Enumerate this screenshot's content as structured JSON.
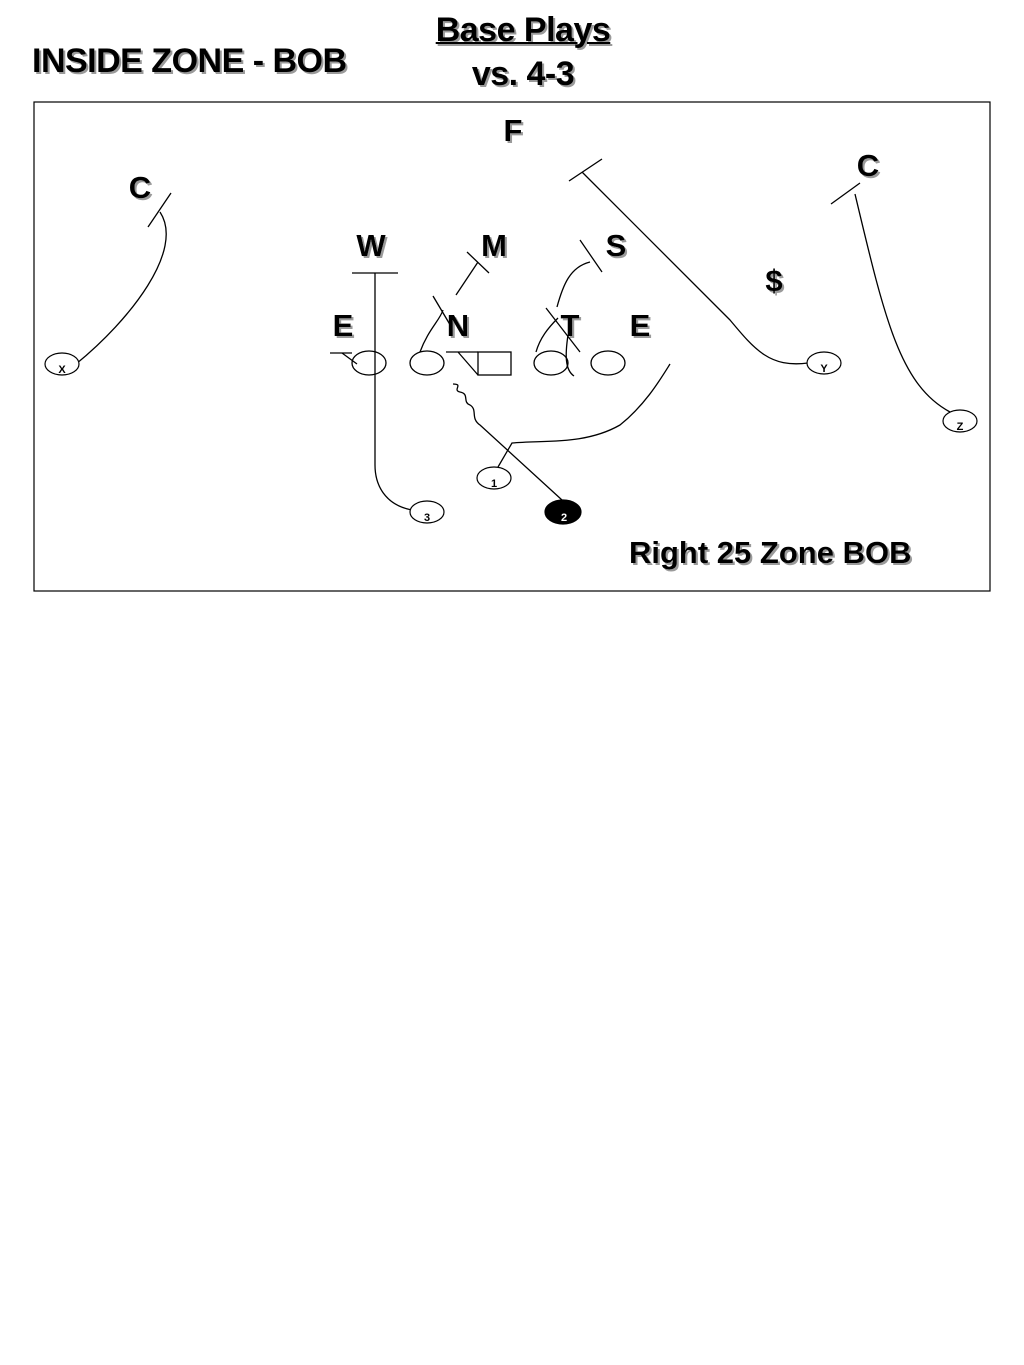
{
  "heading": {
    "line1": "Base Plays",
    "line2": "vs. 4-3"
  },
  "play_name": "INSIDE ZONE - BOB",
  "play_call": "Right 25 Zone BOB",
  "defense": {
    "free_safety": "F",
    "corner_left": "C",
    "corner_right": "C",
    "will": "W",
    "mike": "M",
    "sam": "S",
    "strong_safety": "$",
    "end_left": "E",
    "nose": "N",
    "tackle": "T",
    "end_right": "E"
  },
  "offense": {
    "x": "X",
    "y": "Y",
    "z": "Z",
    "qb": "1",
    "rb": "2",
    "fb": "3"
  }
}
